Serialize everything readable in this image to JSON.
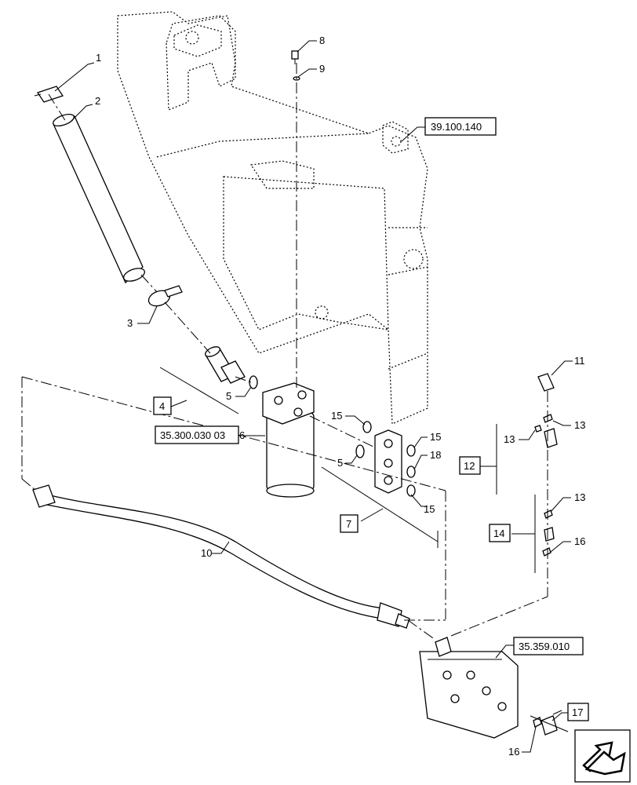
{
  "callouts": {
    "c1": "1",
    "c2": "2",
    "c3": "3",
    "c4": "4",
    "c5a": "5",
    "c5b": "5",
    "c6": "6",
    "c7": "7",
    "c8": "8",
    "c9": "9",
    "c10": "10",
    "c11": "11",
    "c12": "12",
    "c13a": "13",
    "c13b": "13",
    "c13c": "13",
    "c14": "14",
    "c15a": "15",
    "c15b": "15",
    "c15c": "15",
    "c16a": "16",
    "c16b": "16",
    "c17": "17",
    "c18": "18"
  },
  "references": {
    "ref_frame": "39.100.140",
    "ref_filter": "35.300.030 03",
    "ref_valve": "35.359.010"
  },
  "navigation": {
    "icon": "arrow-icon"
  }
}
